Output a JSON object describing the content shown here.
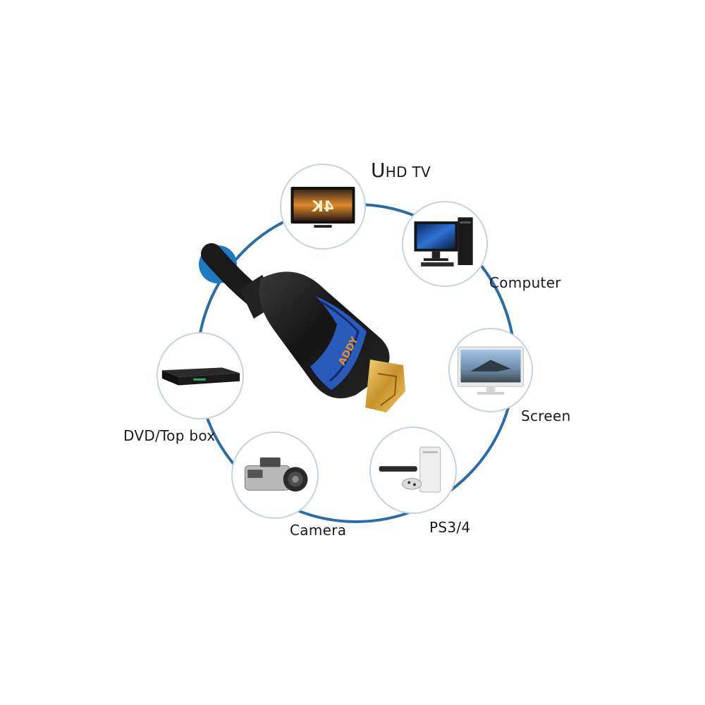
{
  "devices": {
    "uhd_tv": {
      "label_prefix": "U",
      "label_rest": "HD TV",
      "screen_text": "4K"
    },
    "computer": {
      "label": "Computer"
    },
    "screen": {
      "label": "Screen"
    },
    "ps": {
      "label": "PS3/4"
    },
    "camera": {
      "label": "Camera"
    },
    "dvd": {
      "label": "DVD/Top box"
    }
  },
  "cable": {
    "brand_text": "ADDY"
  },
  "colors": {
    "ring": "#2a6ca8",
    "accent_dot": "#1f7ac2",
    "plug_body": "#1c1c1c",
    "plug_band": "#2a5fc4",
    "gold": "#d4a83c"
  }
}
